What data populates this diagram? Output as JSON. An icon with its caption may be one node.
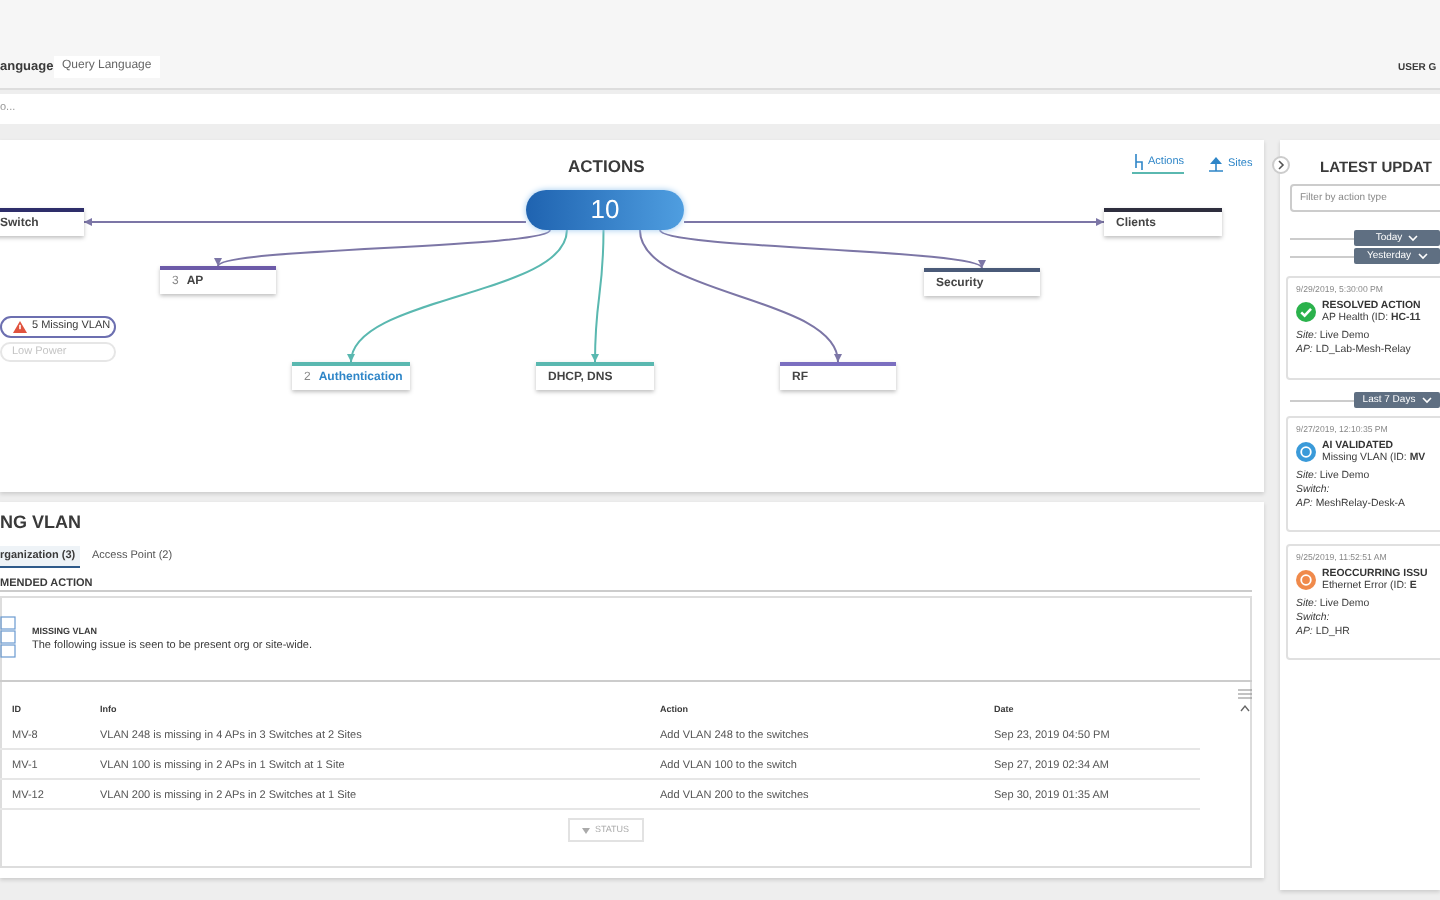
{
  "diagram": {
    "nodes": [
      {
        "text": [
          "10"
        ]
      },
      {
        "text": [
          "Switch"
        ]
      },
      {
        "text": [
          "3",
          "AP"
        ]
      },
      {
        "text": [
          "Security"
        ]
      },
      {
        "text": [
          "Clients"
        ]
      },
      {
        "text": [
          "5 Missing VLAN"
        ]
      },
      {
        "text": [
          "Low Power"
        ]
      },
      {
        "text": [
          "2",
          "Authentication"
        ]
      },
      {
        "text": [
          "DHCP, DNS"
        ]
      },
      {
        "text": [
          "RF"
        ]
      },
      {
        "text": [
          "9/29/2019, 5:30:00 PM",
          "RESOLVED ACTION",
          "AP Health (ID: **HC-11**",
          "*Site:* Live Demo",
          "*AP:* LD_Lab-Mesh-Relay"
        ]
      },
      {
        "text": [
          "9/27/2019, 12:10:35 PM",
          "AI VALIDATED",
          "Missing VLAN (ID: **MV**",
          "*Site:* Live Demo",
          "*Switch:*",
          "*AP:* MeshRelay-Desk-A"
        ]
      },
      {
        "text": [
          "9/25/2019, 11:52:51 AM",
          "REOCCURRING ISSU",
          "Ethernet Error (ID: **E**",
          "*Site:* Live Demo",
          "*Switch:*",
          "*AP:* LD_HR"
        ]
      }
    ],
    "edges": [
      {
        "from": 0,
        "to": 1,
        "arrow": "to"
      },
      {
        "from": 0,
        "to": 2,
        "arrow": "to"
      },
      {
        "from": 0,
        "to": 7,
        "arrow": "to",
        "color": "#5ab8b0"
      },
      {
        "from": 0,
        "to": 8,
        "arrow": "to",
        "color": "#5ab8b0"
      },
      {
        "from": 0,
        "to": 9,
        "arrow": "to"
      },
      {
        "from": 0,
        "to": 3,
        "arrow": "to"
      },
      {
        "from": 0,
        "to": 4,
        "arrow": "to"
      }
    ],
    "labels": [
      "anguage",
      "Query Language",
      "USER G",
      "o...",
      "ACTIONS",
      "Actions",
      "Sites",
      "LATEST UPDAT",
      "Filter by action type",
      "Today",
      "Yesterday",
      "Last 7 Days",
      "NG VLAN",
      "rganization (3)",
      "Access Point (2)",
      "MENDED ACTION",
      "MISSING VLAN",
      "The following issue is seen to be present org or site-wide.",
      "ID",
      "Info",
      "Action",
      "Date",
      "MV-8",
      "VLAN 248 is missing in 4 APs in 3 Switches at 2 Sites",
      "Add VLAN 248 to the switches",
      "Sep 23, 2019 04:50 PM",
      "MV-1",
      "VLAN 100 is missing in 2 APs in 1 Switch at 1 Site",
      "Add VLAN 100 to the switch",
      "Sep 27, 2019 02:34 AM",
      "MV-12",
      "VLAN 200 is missing in 2 APs in 2 Switches at 1 Site",
      "Add VLAN 200 to the switches",
      "Sep 30, 2019 01:35 AM",
      "STATUS"
    ]
  }
}
